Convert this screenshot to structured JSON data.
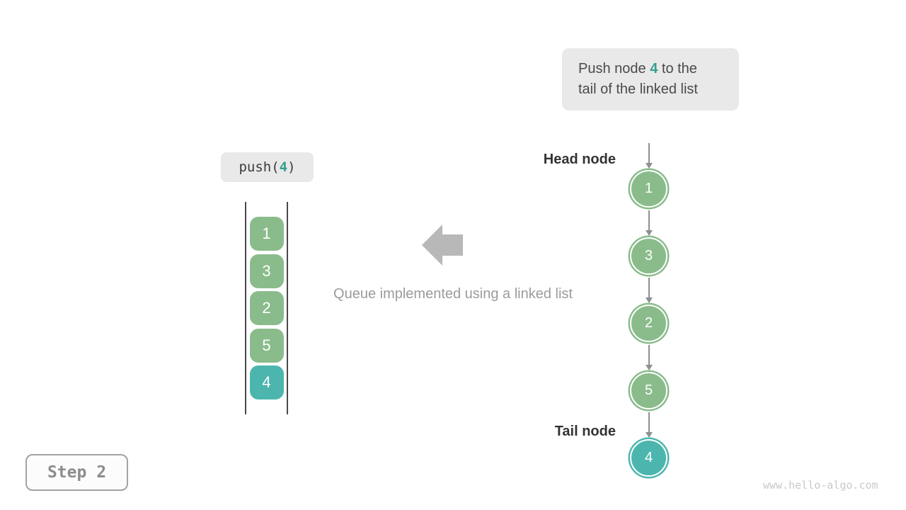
{
  "info_box": {
    "line1_prefix": "Push node ",
    "line1_highlight": "4",
    "line1_suffix": " to the",
    "line2": "tail of the linked list"
  },
  "push_call": {
    "prefix": "push(",
    "arg": "4",
    "suffix": ")"
  },
  "queue_stack": {
    "items": [
      {
        "value": "1",
        "type": "green"
      },
      {
        "value": "3",
        "type": "green"
      },
      {
        "value": "2",
        "type": "green"
      },
      {
        "value": "5",
        "type": "green"
      },
      {
        "value": "4",
        "type": "teal"
      }
    ]
  },
  "caption": "Queue implemented using a linked list",
  "linked_list": {
    "head_label": "Head node",
    "tail_label": "Tail node",
    "nodes": [
      {
        "value": "1",
        "type": "green"
      },
      {
        "value": "3",
        "type": "green"
      },
      {
        "value": "2",
        "type": "green"
      },
      {
        "value": "5",
        "type": "green"
      },
      {
        "value": "4",
        "type": "teal"
      }
    ]
  },
  "step_box": {
    "label": "Step 2"
  },
  "watermark": "www.hello-algo.com",
  "colors": {
    "green_node": "#8abc8b",
    "teal_node": "#4cb6ae",
    "accent_text": "#359e8d",
    "bubble_bg": "#e9e9e9",
    "arrow_gray": "#b8b8b8"
  }
}
